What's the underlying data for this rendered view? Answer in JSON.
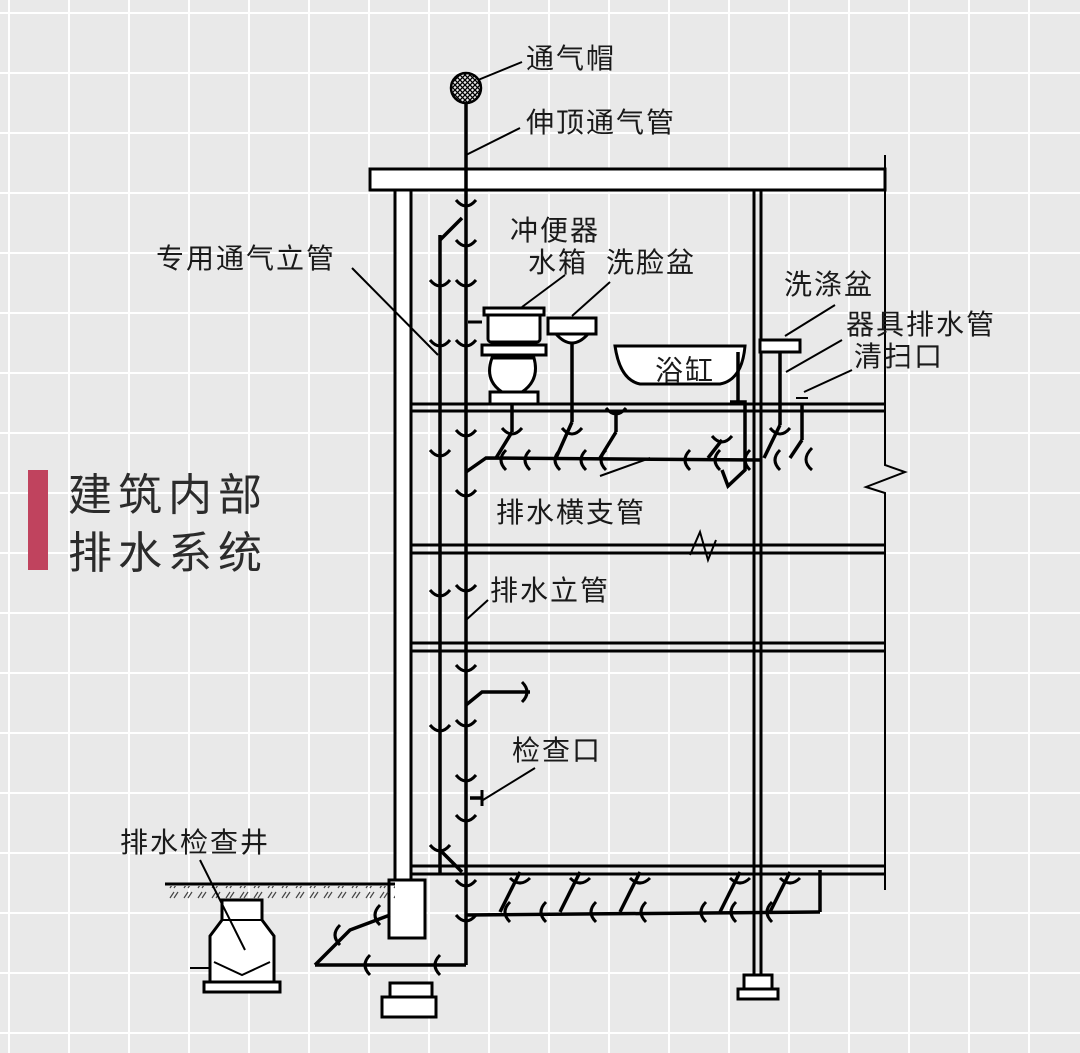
{
  "title": {
    "line1": "建筑内部",
    "line2": "排水系统",
    "accent_color": "#c0435e"
  },
  "labels": {
    "vent_cap": "通气帽",
    "stack_vent": "伸顶通气管",
    "dedicated_vent": "专用通气立管",
    "toilet_tank": "冲便器",
    "tank": "水箱",
    "washbasin": "洗脸盆",
    "sink": "洗涤盆",
    "fixture_drain": "器具排水管",
    "cleanout": "清扫口",
    "bathtub": "浴缸",
    "horizontal_branch": "排水横支管",
    "drain_stack": "排水立管",
    "inspection_port": "检查口",
    "inspection_well": "排水检查井"
  },
  "colors": {
    "background": "#e9e9e9",
    "grid": "#ffffff",
    "ink": "#000000"
  }
}
